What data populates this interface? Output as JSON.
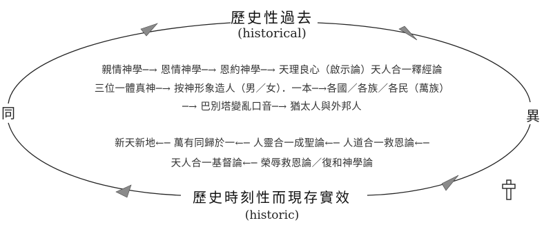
{
  "top": {
    "title": "歷史性過去",
    "subtitle": "(historical)"
  },
  "bottom": {
    "title": "歷史時刻性而現存實效",
    "subtitle": "(historic)"
  },
  "left_label": "同",
  "right_label": "異",
  "upper_lines": [
    "親情神學─→ 恩情神學─→ 恩約神學─→ 天理良心（啟示論）天人合一釋經論",
    "三位一體真神─→ 按神形象造人（男／女）．一本─→各國／各族／各民（萬族）",
    "─→ 巴別塔變亂口音─→ 猶太人與外邦人"
  ],
  "lower_lines": [
    "新天新地←─ 萬有同歸於一←─ 人靈合一成聖論←─ 人道合一救恩論←─",
    "天人合一基督論←─ 榮辱救恩論／復和神學論"
  ],
  "icons": {
    "cross": "cross-icon",
    "arrow": "arrow-icon"
  },
  "colors": {
    "ellipse": "#222222",
    "arrow_fill": "#8a8a8a",
    "text": "#222222"
  }
}
